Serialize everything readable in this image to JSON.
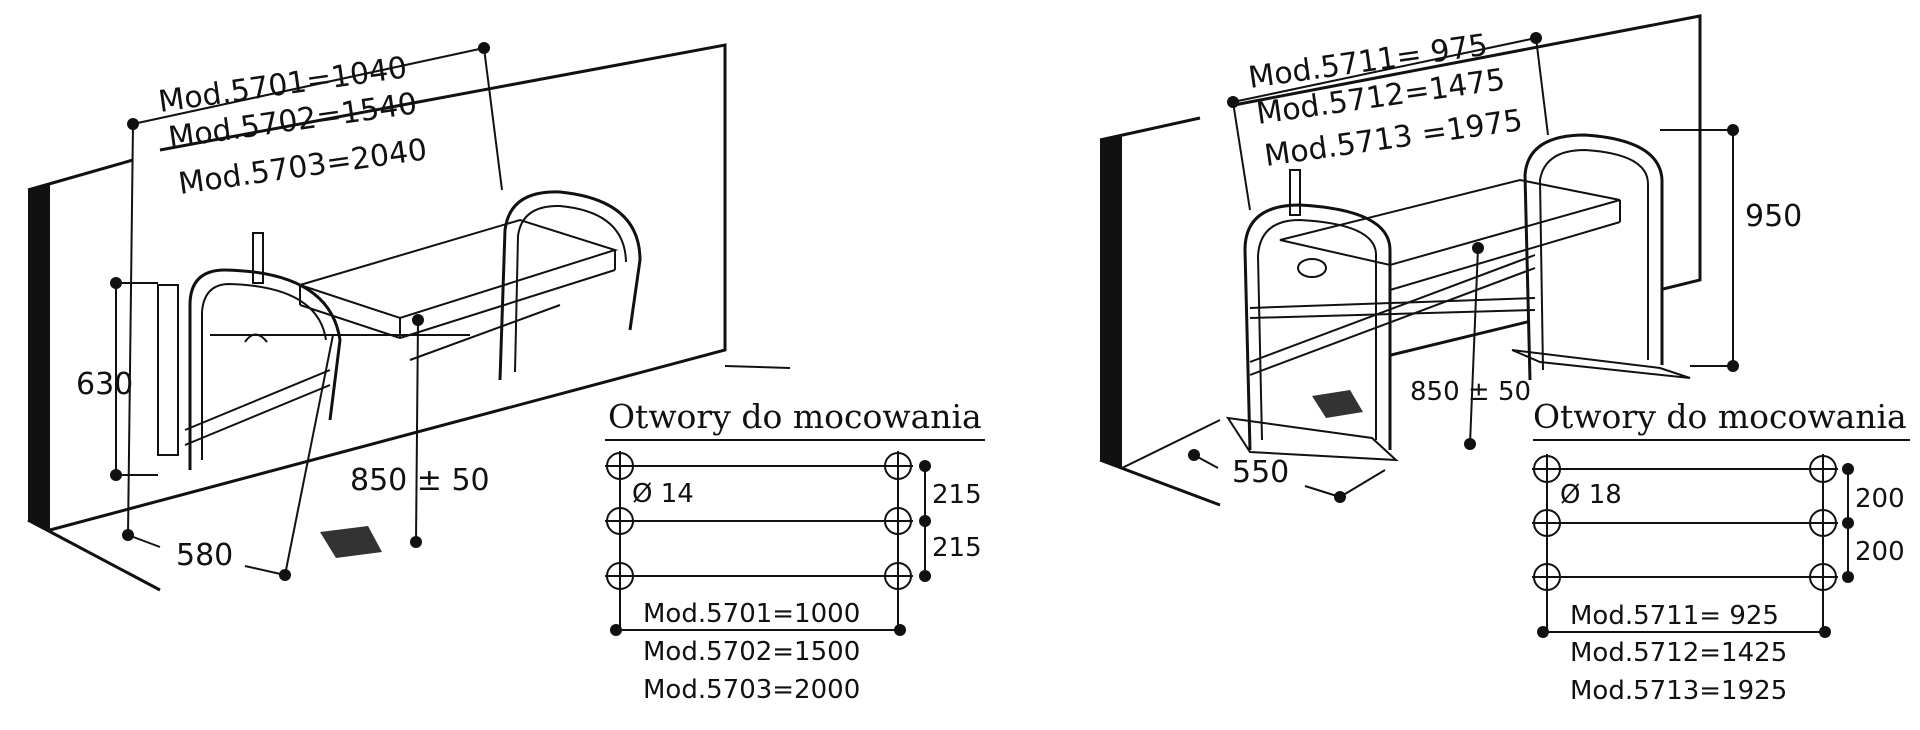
{
  "left": {
    "length_labels": [
      "Mod.5701=1040",
      "Mod.5702=1540",
      "Mod.5703=2040"
    ],
    "height_label": "630",
    "seat_height_label": "850 ± 50",
    "depth_label": "580",
    "holes": {
      "title": "Otwory do mocowania",
      "diameter": "Ø 14",
      "spacing": [
        "215",
        "215"
      ],
      "widths": [
        "Mod.5701=1000",
        "Mod.5702=1500",
        "Mod.5703=2000"
      ]
    }
  },
  "right": {
    "length_labels": [
      "Mod.5711= 975",
      "Mod.5712=1475",
      "Mod.5713 =1975"
    ],
    "height_label": "950",
    "seat_height_label": "850 ± 50",
    "depth_label": "550",
    "holes": {
      "title": "Otwory do mocowania",
      "diameter": "Ø 18",
      "spacing": [
        "200",
        "200"
      ],
      "widths": [
        "Mod.5711= 925",
        "Mod.5712=1425",
        "Mod.5713=1925"
      ]
    }
  }
}
